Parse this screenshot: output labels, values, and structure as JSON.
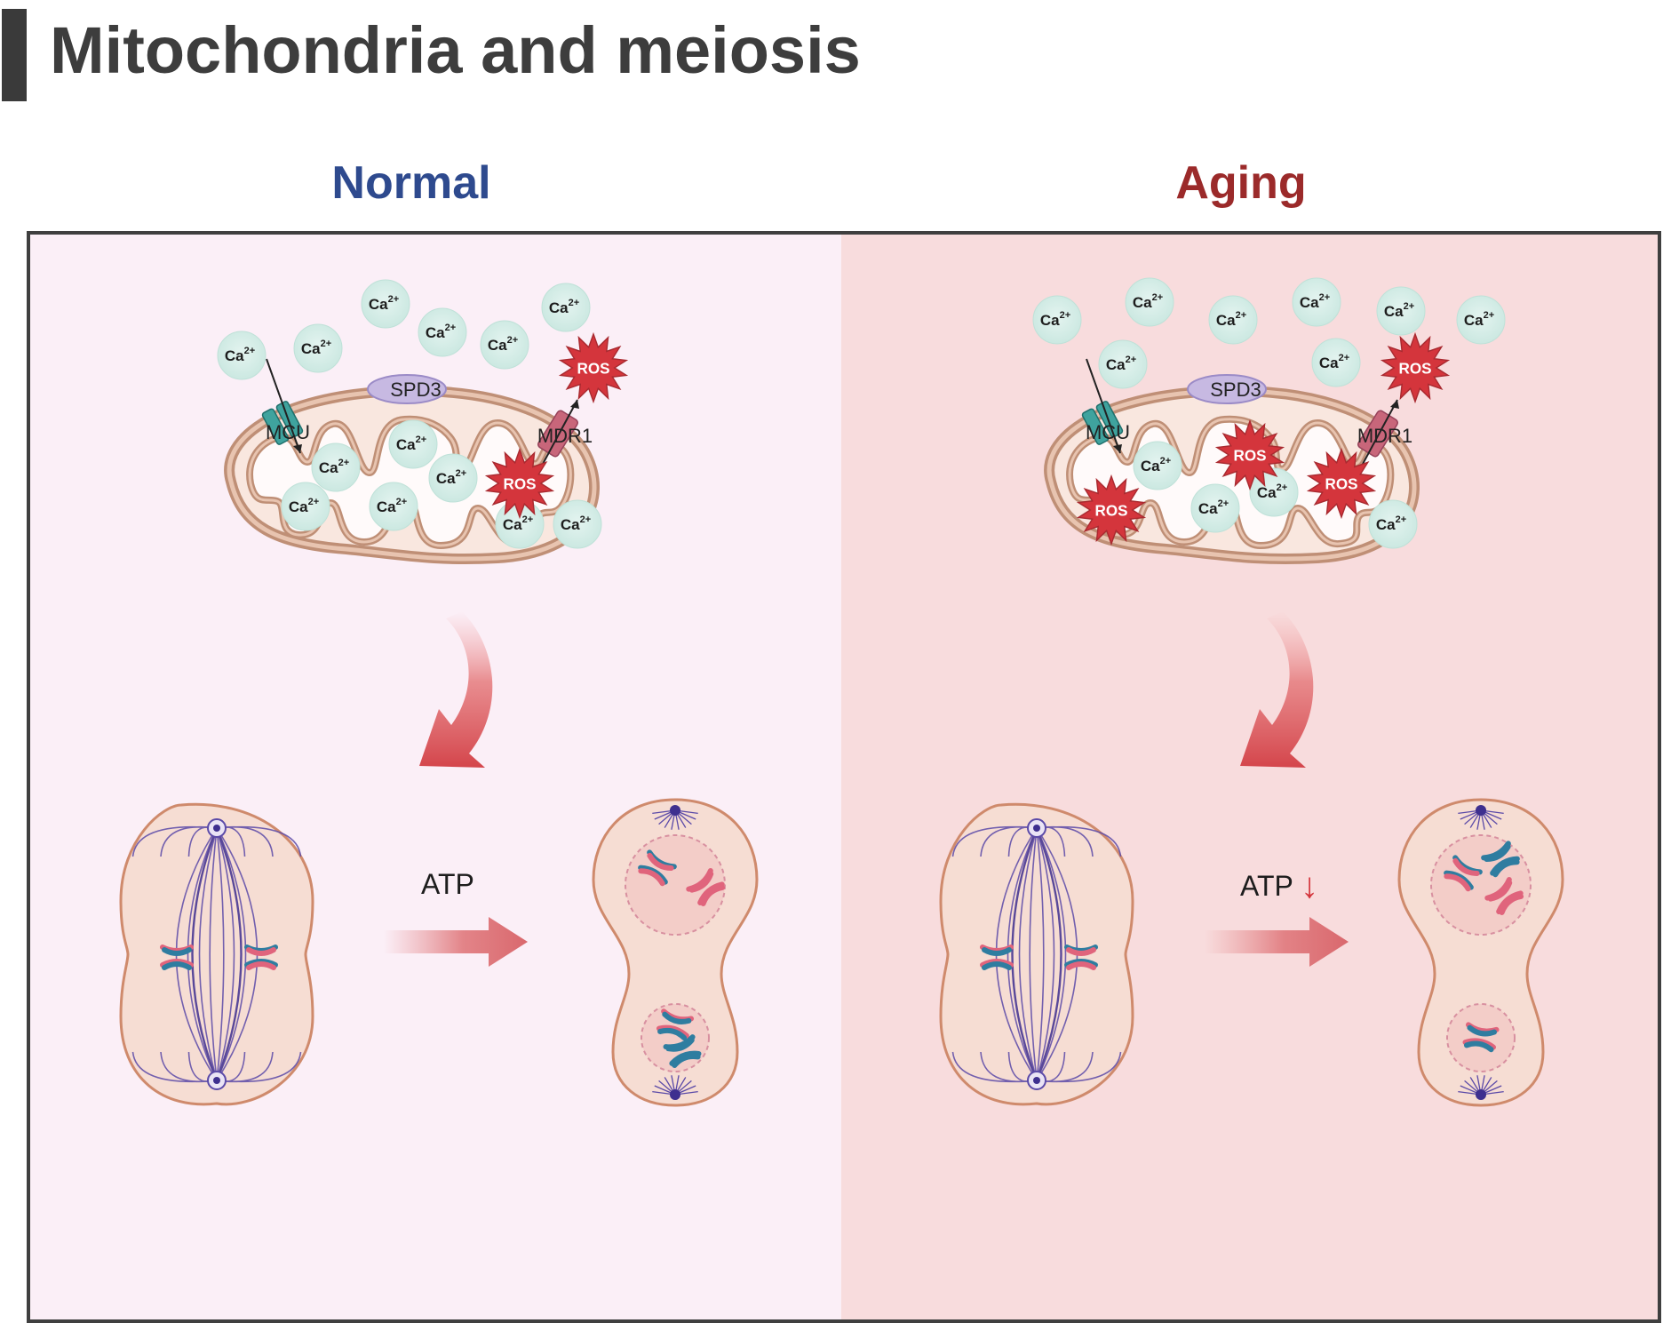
{
  "title": "Mitochondria and meiosis",
  "panels": {
    "normal": {
      "heading": "Normal",
      "spd3_label": "SPD3",
      "mcu_label": "MCU",
      "mdr1_label": "MDR1",
      "atp_label": "ATP",
      "ros_label": "ROS"
    },
    "aging": {
      "heading": "Aging",
      "spd3_label": "SPD3",
      "mcu_label": "MCU",
      "mdr1_label": "MDR1",
      "atp_label": "ATP",
      "atp_down_symbol": "↓",
      "ros_label": "ROS"
    }
  },
  "ion_label": {
    "base": "Ca",
    "charge": "2+"
  },
  "colors": {
    "title_bar": "#3a3a3a",
    "title_text": "#3d3d3d",
    "normal_heading": "#2e4a8e",
    "aging_heading": "#9b2a2a",
    "normal_bg": "#fbeff7",
    "aging_bg": "#f8dcdd",
    "ion_fill": "#d2ece6",
    "ros_fill": "#d4353c",
    "membrane": "#c89a82",
    "cell_fill": "#f6ddd3",
    "cell_stroke": "#cf8a6c",
    "spindle": "#5b4aa8",
    "chromosome_red": "#e0647c",
    "chromosome_blue": "#2f7da0"
  }
}
